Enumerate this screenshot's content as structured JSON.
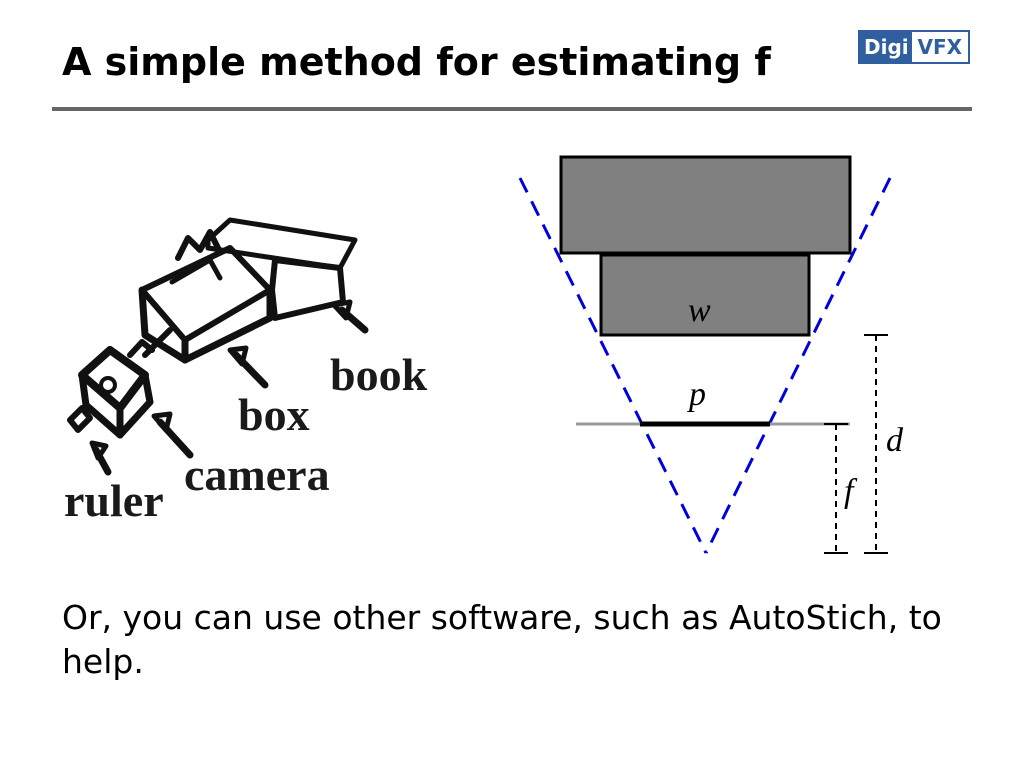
{
  "slide": {
    "title": "A simple method for estimating f",
    "body": "Or, you can use other software, such as AutoStich, to help."
  },
  "logo": {
    "part1": "Digi",
    "part2": "VFX"
  },
  "sketch": {
    "labels": {
      "book": "book",
      "box": "box",
      "camera": "camera",
      "ruler": "ruler"
    }
  },
  "diagram": {
    "labels": {
      "w": "w",
      "p": "p",
      "d": "d",
      "f": "f"
    }
  },
  "colors": {
    "title_rule": "#666666",
    "logo_blue": "#2f5f9e",
    "block_fill": "#808080",
    "view_lines": "#0000dd",
    "image_plane": "#999999",
    "sketch_ink": "#111111"
  }
}
